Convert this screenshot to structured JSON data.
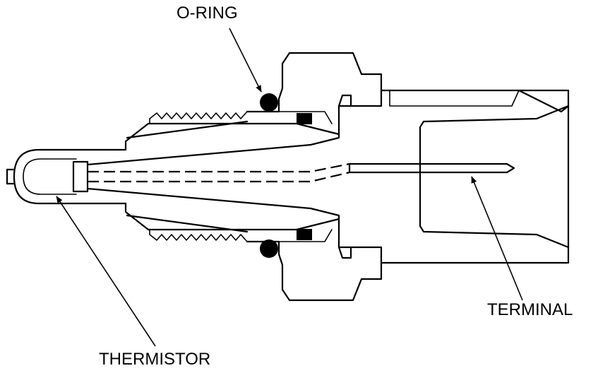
{
  "labels": {
    "o_ring": "O-RING",
    "terminal": "TERMINAL",
    "thermistor": "THERMISTOR"
  },
  "colors": {
    "line": "#000000",
    "background": "#ffffff"
  }
}
